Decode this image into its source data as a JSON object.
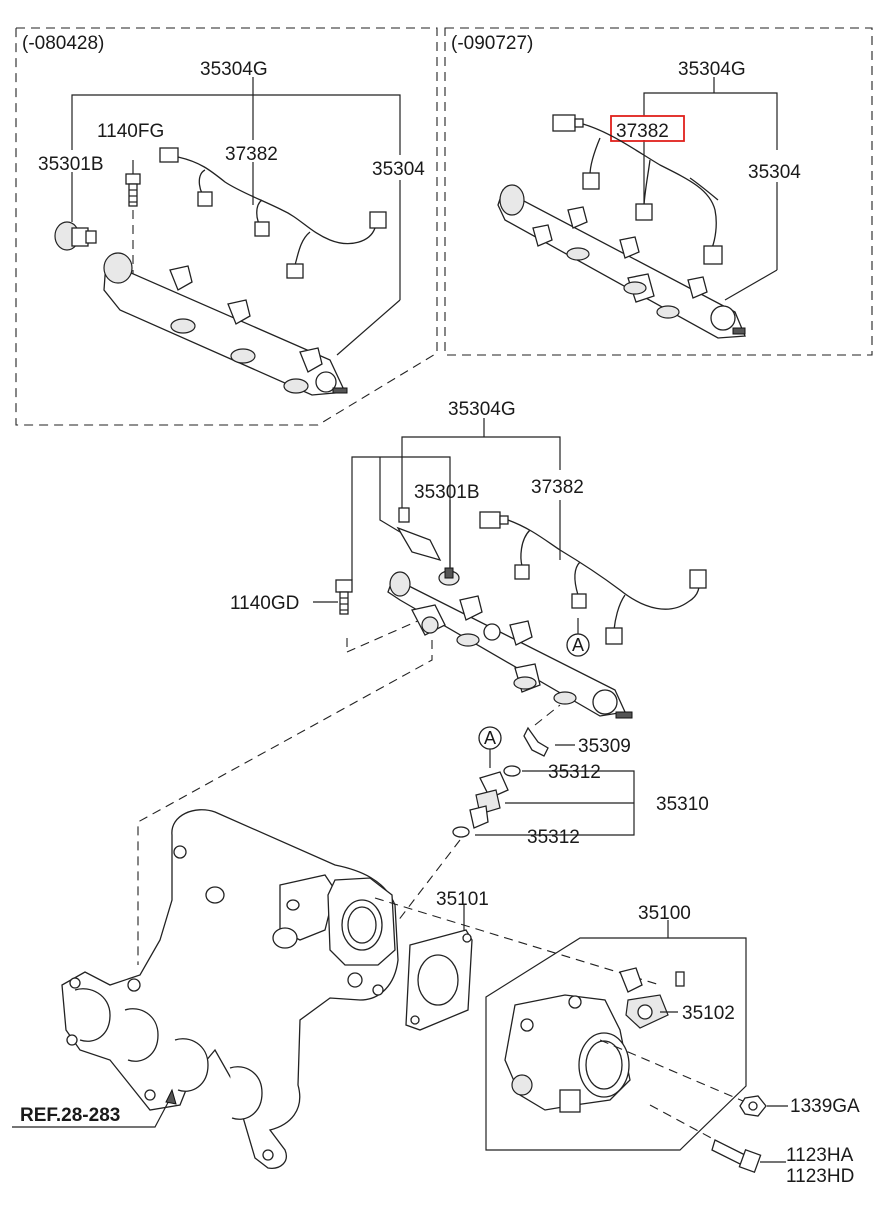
{
  "boxes": {
    "left_variant": "(-080428)",
    "right_variant": "(-090727)"
  },
  "labels": {
    "l_35304G": "35304G",
    "l_1140FG": "1140FG",
    "l_37382": "37382",
    "l_35301B": "35301B",
    "l_35304": "35304",
    "r_35304G": "35304G",
    "r_37382": "37382",
    "r_35304": "35304",
    "m_35304G": "35304G",
    "m_35301B": "35301B",
    "m_37382": "37382",
    "m_1140GD": "1140GD",
    "m_A1": "A",
    "m_35309": "35309",
    "m_A2": "A",
    "m_35312_top": "35312",
    "m_35310": "35310",
    "m_35312_bot": "35312",
    "b_35101": "35101",
    "b_35100": "35100",
    "b_35102": "35102",
    "b_1339GA": "1339GA",
    "b_1123HA": "1123HA",
    "b_1123HD": "1123HD",
    "ref": "REF.28-283"
  },
  "highlight": {
    "label": "37382",
    "color": "#e0201b"
  }
}
